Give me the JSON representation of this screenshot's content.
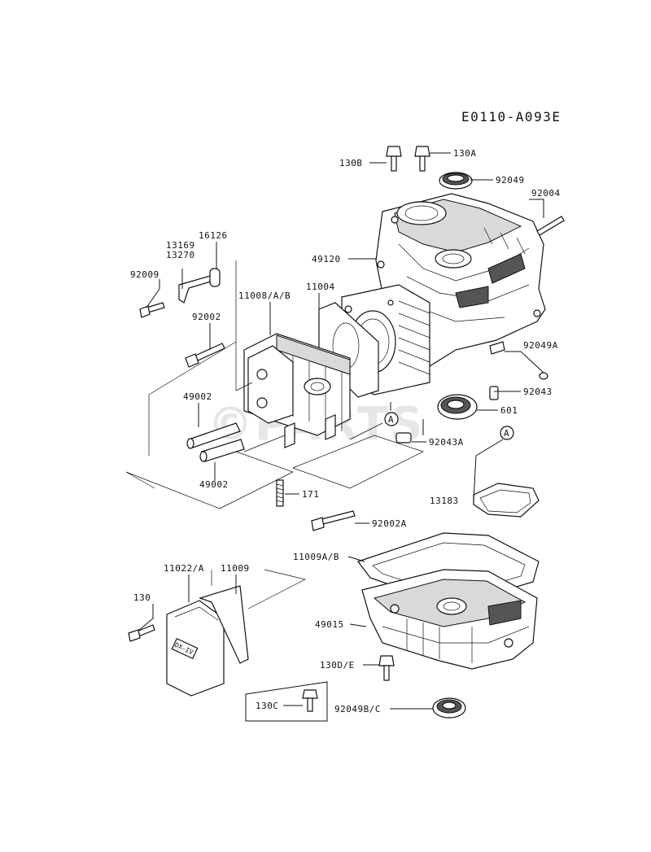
{
  "diagram_code": "E0110-A093E",
  "watermark": "©PARTS",
  "cover_logo": "DX-IV",
  "labels": {
    "l130B": "130B",
    "l130A": "130A",
    "l92049": "92049",
    "l92004": "92004",
    "l16126": "16126",
    "l13169": "13169",
    "l13270": "13270",
    "l92009": "92009",
    "l49120": "49120",
    "l11008": "11008/A/B",
    "l11004": "11004",
    "l92002": "92002",
    "l92049A": "92049A",
    "l49002a": "49002",
    "l49002b": "49002",
    "l92043": "92043",
    "l601": "601",
    "l92043A": "92043A",
    "l171": "171",
    "l13183": "13183",
    "l92002A": "92002A",
    "l11022": "11022/A",
    "l11009": "11009",
    "l11009AB": "11009A/B",
    "l130": "130",
    "l49015": "49015",
    "l130DE": "130D/E",
    "l130C": "130C",
    "l92049BC": "92049B/C"
  },
  "callouts": {
    "a1": "A",
    "a2": "A"
  }
}
